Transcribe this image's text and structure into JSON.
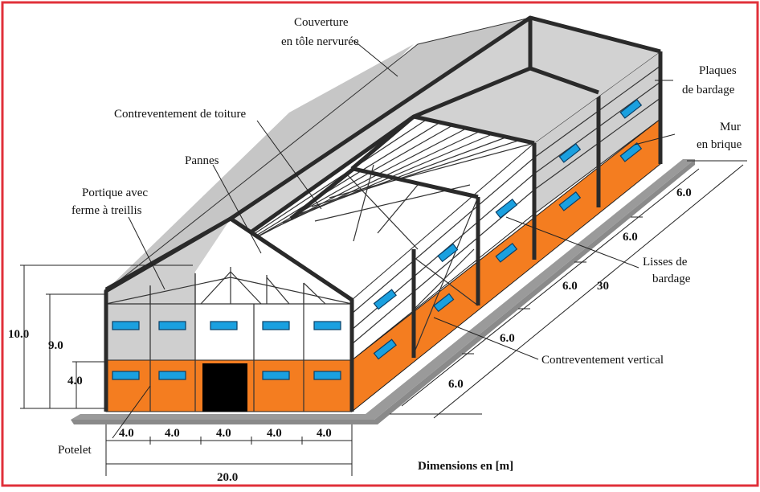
{
  "labels": {
    "roofing_1": "Couverture",
    "roofing_2": "en tôle nervurée",
    "cladding_1": "Plaques",
    "cladding_2": "de bardage",
    "wall_1": "Mur",
    "wall_2": "en brique",
    "roof_bracing": "Contreventement de toiture",
    "purlins": "Pannes",
    "frame_1": "Portique avec",
    "frame_2": "ferme à treillis",
    "rails_1": "Lisses de",
    "rails_2": "bardage",
    "vertical_bracing": "Contreventement vertical",
    "post": "Potelet",
    "units": "Dimensions en [m]"
  },
  "dimensions": {
    "height_total": "10.0",
    "height_eave": "9.0",
    "height_wall": "4.0",
    "bays_front": [
      "4.0",
      "4.0",
      "4.0",
      "4.0",
      "4.0"
    ],
    "width_total": "20.0",
    "bays_side": [
      "6.0",
      "6.0",
      "6.0",
      "6.0",
      "6.0"
    ],
    "length_total": "30"
  },
  "colors": {
    "border": "#e0303a",
    "roof": "#c6c6c6",
    "cladding": "#cfcfcf",
    "brick": "#f47d20",
    "window": "#1aa0e0",
    "door": "#000000",
    "ground": "#8a8a8a"
  }
}
